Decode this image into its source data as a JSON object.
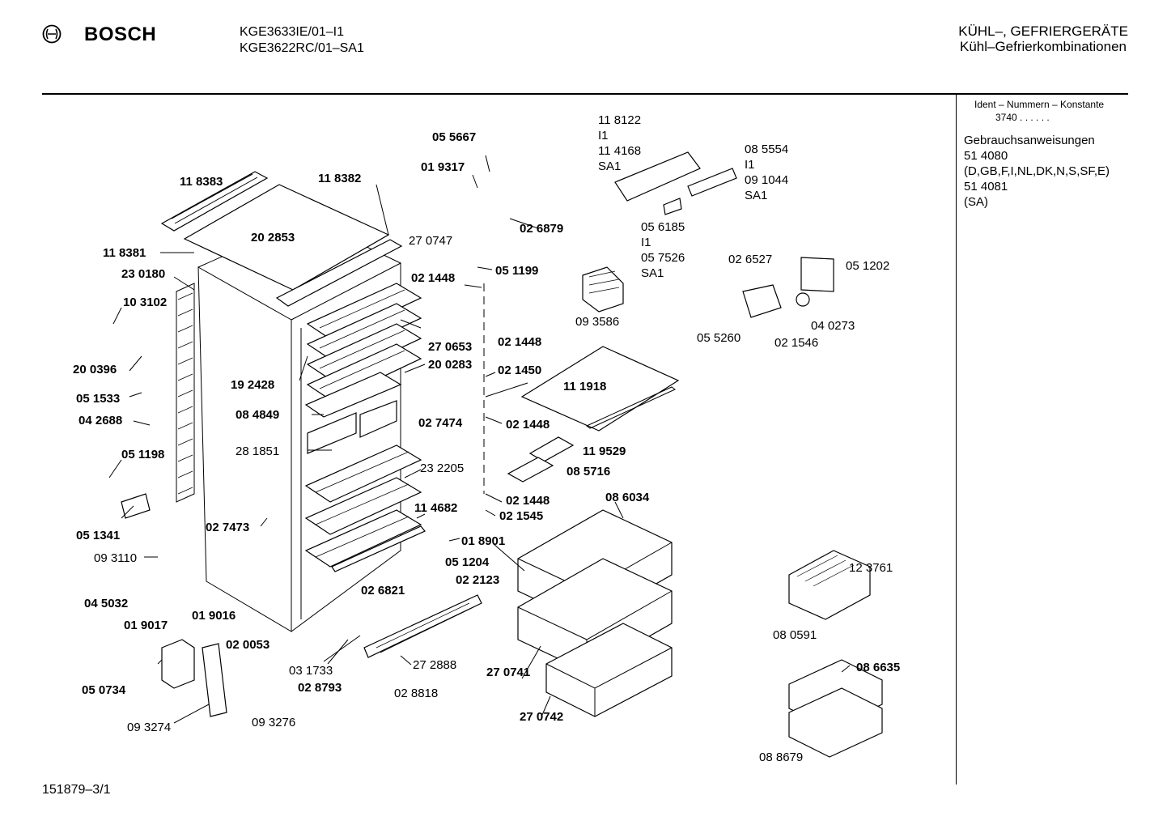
{
  "header": {
    "brand": "BOSCH",
    "models": [
      "KGE3633IE/01–I1",
      "KGE3622RC/01–SA1"
    ],
    "category": [
      "KÜHL–, GEFRIERGERÄTE",
      "Kühl–Gefrierkombinationen"
    ]
  },
  "sidebar": {
    "ident_title": "Ident – Nummern – Konstante",
    "ident_value": "3740 . .   . . . .",
    "manuals_title": "Gebrauchsanweisungen",
    "manuals": [
      "51 4080",
      "(D,GB,F,I,NL,DK,N,S,SF,E)",
      "51 4081",
      "(SA)"
    ]
  },
  "footer": {
    "code": "151879–3/1"
  },
  "labels": {
    "p118383": "11 8383",
    "p118382": "11 8382",
    "p202853": "20 2853",
    "p118381": "11 8381",
    "p270747": "27 0747",
    "p230180": "23 0180",
    "p103102": "10 3102",
    "p200396": "20 0396",
    "p051533": "05 1533",
    "p042688": "04 2688",
    "p051198": "05 1198",
    "p051341": "05 1341",
    "p093110": "09 3110",
    "p045032": "04 5032",
    "p019017": "01 9017",
    "p019016": "01 9016",
    "p050734": "05 0734",
    "p093274": "09 3274",
    "p093276": "09 3276",
    "p020053": "02 0053",
    "p031733": "03 1733",
    "p028793": "02 8793",
    "p028818": "02 8818",
    "p272888": "27 2888",
    "p026821": "02 6821",
    "p051204": "05 1204",
    "p022123": "02 2123",
    "p018901": "01 8901",
    "p114682": "11 4682",
    "p232205": "23 2205",
    "p281851": "28 1851",
    "p027473": "02 7473",
    "p027474": "02 7474",
    "p084849": "08 4849",
    "p192428": "19 2428",
    "p270653": "27 0653",
    "p200283": "20 0283",
    "p055667": "05 5667",
    "p019317": "01 9317",
    "p026879": "02 6879",
    "p051199": "05 1199",
    "p021448a": "02 1448",
    "p021448b": "02 1448",
    "p021450": "02 1450",
    "p021448c": "02 1448",
    "p021448d": "02 1448",
    "p021545": "02 1545",
    "p111918": "11 1918",
    "p119529": "11 9529",
    "p085716": "08 5716",
    "p086034": "08 6034",
    "p270741": "27 0741",
    "p270742": "27 0742",
    "p093586": "09 3586",
    "ctl1": "11 8122",
    "ctl2": "I1",
    "ctl3": "11 4168",
    "ctl4": "SA1",
    "ctl5": "05 6185",
    "ctl6": "I1",
    "ctl7": "05 7526",
    "ctl8": "SA1",
    "ctl9": "08 5554",
    "ctl10": "I1",
    "ctl11": "09 1044",
    "ctl12": "SA1",
    "p026527": "02 6527",
    "p051202": "05 1202",
    "p040273": "04 0273",
    "p055260": "05 5260",
    "p021546": "02 1546",
    "p123761": "12 3761",
    "p080591": "08 0591",
    "p086635": "08 6635",
    "p088679": "08 8679"
  }
}
